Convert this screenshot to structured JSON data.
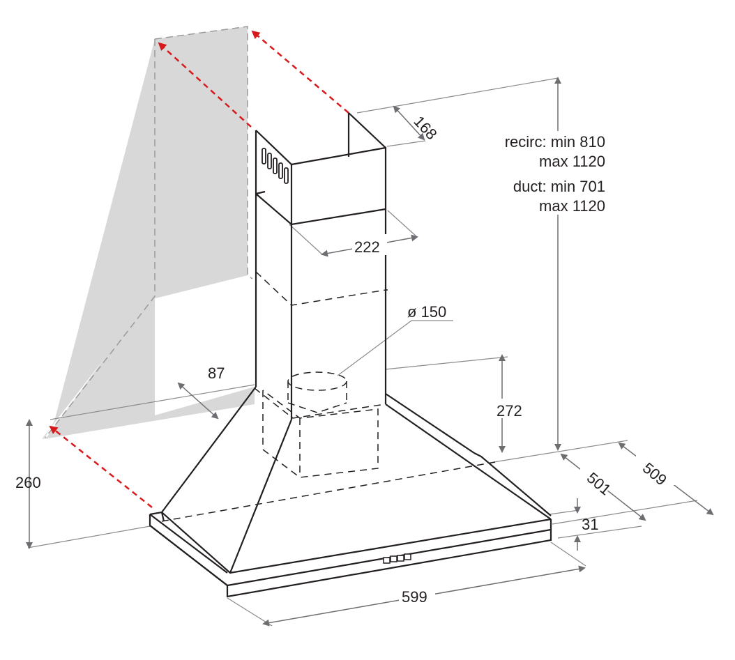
{
  "diagram": {
    "colors": {
      "line": "#231f20",
      "dim_line": "#777777",
      "wall_fill": "#d8d8d8",
      "wall_edge": "#9a9a9a",
      "arrow_red": "#d7191c",
      "arrow_grey": "#6d6e71"
    },
    "dimensions": {
      "chimney_depth": "168",
      "chimney_width": "222",
      "duct_diameter": "ø 150",
      "wall_gap": "87",
      "outlet_height": "272",
      "canopy_height": "260",
      "hood_depth_inner": "501",
      "hood_depth_outer": "509",
      "front_lip": "31",
      "hood_width": "599"
    },
    "height_note": {
      "line1": "recirc: min 810",
      "line2": "max 1120",
      "line3": "duct: min 701",
      "line4": "max 1120"
    },
    "icons": [
      "vent-slots-icon",
      "control-buttons-icon"
    ]
  }
}
